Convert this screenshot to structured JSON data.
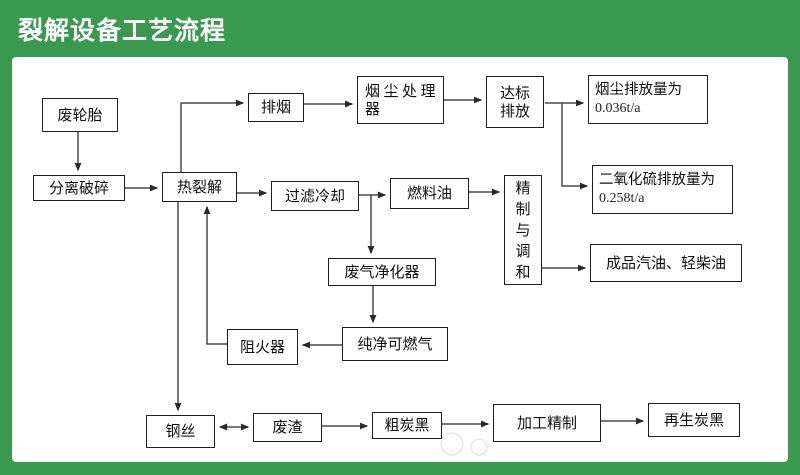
{
  "header": {
    "title": "裂解设备工艺流程"
  },
  "theme": {
    "frame_green": "#38994f",
    "panel_white": "#ffffff",
    "title_text": "#ffffff",
    "box_border": "#1f1f1f",
    "arrow_color": "#4a4a4a"
  },
  "diagram": {
    "nodes": [
      {
        "id": "waste-tire",
        "label": "废轮胎"
      },
      {
        "id": "separation-crushing",
        "label": "分离破碎"
      },
      {
        "id": "pyrolysis",
        "label": "热裂解"
      },
      {
        "id": "smoke-exhaust",
        "label": "排烟"
      },
      {
        "id": "dust-processor",
        "label": "烟尘处理器"
      },
      {
        "id": "standard-discharge",
        "label": "达标排放"
      },
      {
        "id": "dust-emission",
        "label": "烟尘排放量为",
        "value": "0.036t/a"
      },
      {
        "id": "so2-emission",
        "label": "二氧化硫排放量为",
        "value": "0.258t/a"
      },
      {
        "id": "filter-cooling",
        "label": "过滤冷却"
      },
      {
        "id": "fuel-oil",
        "label": "燃料油"
      },
      {
        "id": "refine-blend",
        "label": "精制与调和"
      },
      {
        "id": "finished-oil",
        "label": "成品汽油、轻柴油"
      },
      {
        "id": "gas-purifier",
        "label": "废气净化器"
      },
      {
        "id": "pure-gas",
        "label": "纯净可燃气"
      },
      {
        "id": "flame-arrester",
        "label": "阻火器"
      },
      {
        "id": "steel-wire",
        "label": "钢丝"
      },
      {
        "id": "waste-residue",
        "label": "废渣"
      },
      {
        "id": "crude-carbon-black",
        "label": "粗炭黑"
      },
      {
        "id": "processing-refine",
        "label": "加工精制"
      },
      {
        "id": "regen-carbon-black",
        "label": "再生炭黑"
      }
    ],
    "connections": [
      {
        "from": "waste-tire",
        "to": "separation-crushing"
      },
      {
        "from": "separation-crushing",
        "to": "pyrolysis"
      },
      {
        "from": "pyrolysis",
        "to": "smoke-exhaust"
      },
      {
        "from": "smoke-exhaust",
        "to": "dust-processor"
      },
      {
        "from": "dust-processor",
        "to": "standard-discharge"
      },
      {
        "from": "standard-discharge",
        "to": "dust-emission"
      },
      {
        "from": "standard-discharge",
        "to": "so2-emission"
      },
      {
        "from": "pyrolysis",
        "to": "filter-cooling"
      },
      {
        "from": "filter-cooling",
        "to": "fuel-oil"
      },
      {
        "from": "filter-cooling",
        "to": "gas-purifier"
      },
      {
        "from": "fuel-oil",
        "to": "refine-blend"
      },
      {
        "from": "refine-blend",
        "to": "finished-oil"
      },
      {
        "from": "gas-purifier",
        "to": "pure-gas"
      },
      {
        "from": "pure-gas",
        "to": "flame-arrester"
      },
      {
        "from": "flame-arrester",
        "to": "pyrolysis"
      },
      {
        "from": "pyrolysis",
        "to": "steel-wire"
      },
      {
        "from": "steel-wire",
        "to": "waste-residue",
        "bidirectional": true
      },
      {
        "from": "waste-residue",
        "to": "crude-carbon-black"
      },
      {
        "from": "crude-carbon-black",
        "to": "processing-refine"
      },
      {
        "from": "processing-refine",
        "to": "regen-carbon-black"
      }
    ]
  }
}
